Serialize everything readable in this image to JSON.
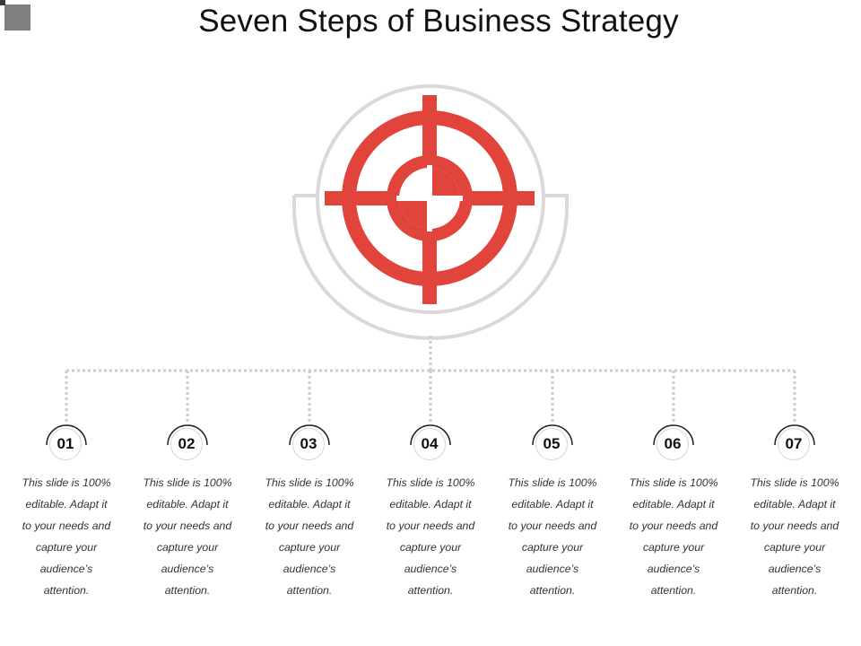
{
  "title": "Seven Steps of Business Strategy",
  "colors": {
    "accent": "#e0443a",
    "ring": "#d9d9d9",
    "connector": "#cccccc",
    "corner": "#7f7f7f"
  },
  "steps": [
    {
      "number": "01",
      "lines": [
        "This slide is 100%",
        "editable. Adapt it",
        "to your needs and",
        "capture your",
        "audience’s",
        "attention."
      ]
    },
    {
      "number": "02",
      "lines": [
        "This slide is 100%",
        "editable. Adapt it",
        "to your needs and",
        "capture your",
        "audience’s",
        "attention."
      ]
    },
    {
      "number": "03",
      "lines": [
        "This slide is 100%",
        "editable. Adapt it",
        "to your needs and",
        "capture your",
        "audience’s",
        "attention."
      ]
    },
    {
      "number": "04",
      "lines": [
        "This slide is 100%",
        "editable. Adapt it",
        "to your needs and",
        "capture your",
        "audience’s",
        "attention."
      ]
    },
    {
      "number": "05",
      "lines": [
        "This slide is 100%",
        "editable. Adapt it",
        "to your needs and",
        "capture your",
        "audience’s",
        "attention."
      ]
    },
    {
      "number": "06",
      "lines": [
        "This slide is 100%",
        "editable. Adapt it",
        "to your needs and",
        "capture your",
        "audience’s",
        "attention."
      ]
    },
    {
      "number": "07",
      "lines": [
        "This slide is 100%",
        "editable. Adapt it",
        "to your needs and",
        "capture your",
        "audience’s",
        "attention."
      ]
    }
  ]
}
